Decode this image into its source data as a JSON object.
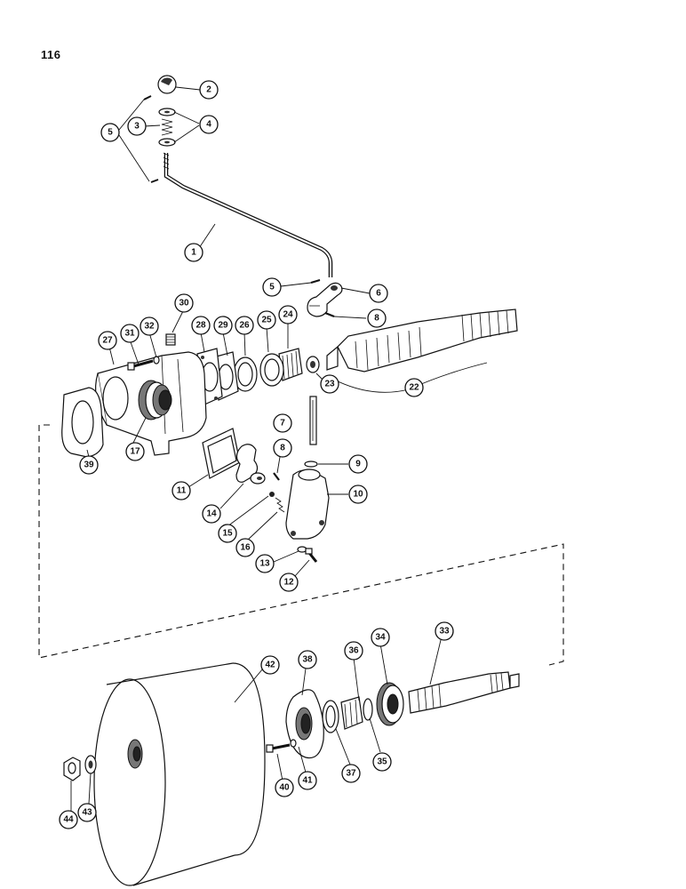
{
  "page": {
    "number": "116"
  },
  "callouts": [
    "1",
    "2",
    "3",
    "4",
    "5",
    "6",
    "7",
    "8",
    "9",
    "10",
    "11",
    "12",
    "13",
    "14",
    "15",
    "16",
    "17",
    "22",
    "23",
    "24",
    "25",
    "26",
    "27",
    "28",
    "29",
    "30",
    "31",
    "32",
    "33",
    "34",
    "35",
    "36",
    "37",
    "38",
    "39",
    "40",
    "41",
    "42",
    "43",
    "44"
  ],
  "colors": {
    "ink": "#111111",
    "paper": "#ffffff",
    "shade": "#777777"
  }
}
